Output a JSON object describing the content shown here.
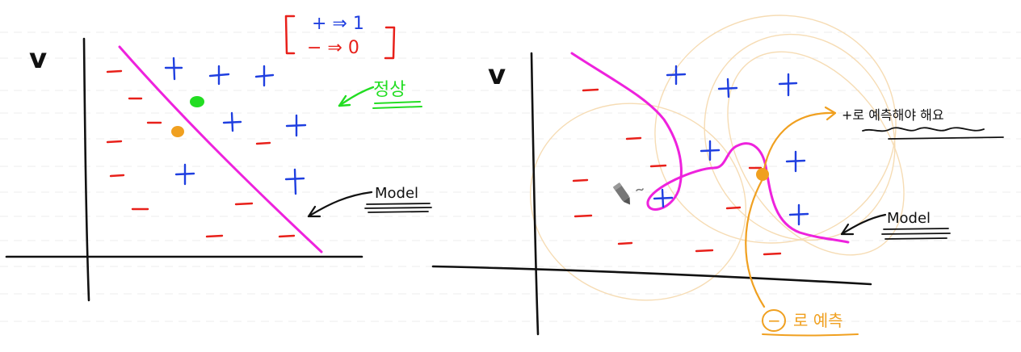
{
  "left_panel": {
    "axis_label": "v",
    "legend": {
      "plus_text": "+ ⇒ 1",
      "minus_text": "− ⇒ 0"
    },
    "normal_note": "정상",
    "model_label": "Model"
  },
  "right_panel": {
    "axis_label": "v",
    "plus_note": "+로 예측해야 해요",
    "minus_note": "로 예측",
    "minus_circle_glyph": "−",
    "model_label": "Model"
  },
  "colors": {
    "ink": "#111111",
    "plus": "#1f3fe0",
    "minus": "#e8201a",
    "boundary": "#ee22dd",
    "normal": "#22dd22",
    "highlight": "#f0a020",
    "hint": "#f6dcb4",
    "legend_box": "#e8201a"
  },
  "icons": [
    "pen-cursor-icon"
  ]
}
